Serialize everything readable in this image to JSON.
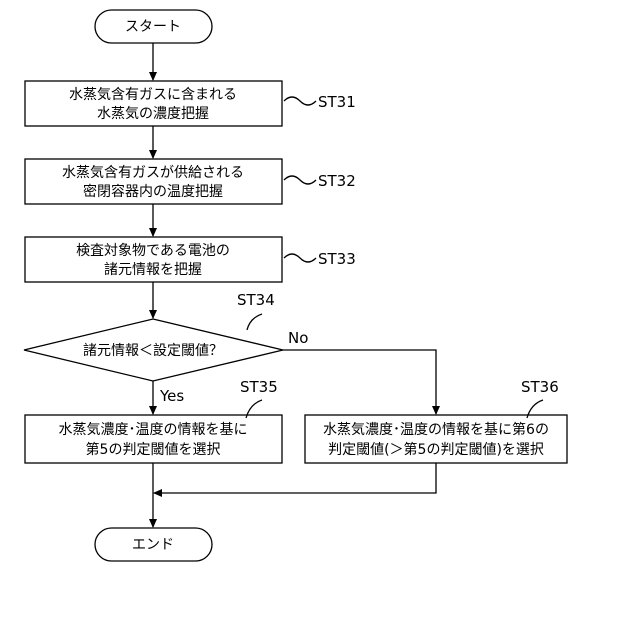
{
  "flowchart": {
    "start": "スタート",
    "end": "エンド",
    "steps": [
      {
        "id": "st31",
        "step": "ST31",
        "lines": [
          "水蒸気含有ガスに含まれる",
          "水蒸気の濃度把握"
        ]
      },
      {
        "id": "st32",
        "step": "ST32",
        "lines": [
          "水蒸気含有ガスが供給される",
          "密閉容器内の温度把握"
        ]
      },
      {
        "id": "st33",
        "step": "ST33",
        "lines": [
          "検査対象物である電池の",
          "諸元情報を把握"
        ]
      }
    ],
    "decision": {
      "step": "ST34",
      "text": "諸元情報＜設定閾値？",
      "yes": "Yes",
      "no": "No"
    },
    "branches": [
      {
        "id": "st35",
        "step": "ST35",
        "lines": [
          "水蒸気濃度･温度の情報を基に",
          "第5の判定閾値を選択"
        ]
      },
      {
        "id": "st36",
        "step": "ST36",
        "lines": [
          "水蒸気濃度･温度の情報を基に第6の",
          "判定閾値(＞第5の判定閾値)を選択"
        ]
      }
    ]
  }
}
